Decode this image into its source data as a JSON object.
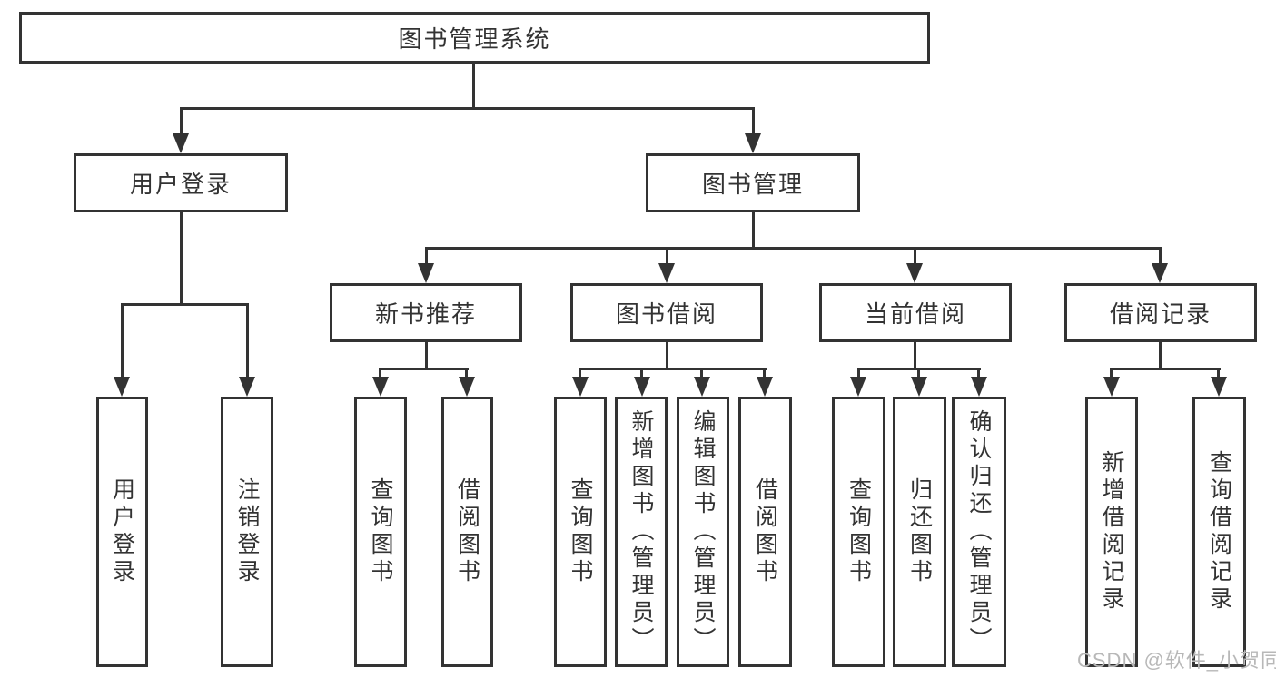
{
  "tree": {
    "label": "图书管理系统",
    "children": [
      {
        "label": "用户登录",
        "children": [
          {
            "label": "用户登录"
          },
          {
            "label": "注销登录"
          }
        ]
      },
      {
        "label": "图书管理",
        "children": [
          {
            "label": "新书推荐",
            "children": [
              {
                "label": "查询图书"
              },
              {
                "label": "借阅图书"
              }
            ]
          },
          {
            "label": "图书借阅",
            "children": [
              {
                "label": "查询图书"
              },
              {
                "label": "新增图书（管理员）"
              },
              {
                "label": "编辑图书（管理员）"
              },
              {
                "label": "借阅图书"
              }
            ]
          },
          {
            "label": "当前借阅",
            "children": [
              {
                "label": "查询图书"
              },
              {
                "label": "归还图书"
              },
              {
                "label": "确认归还（管理员）"
              }
            ]
          },
          {
            "label": "借阅记录",
            "children": [
              {
                "label": "新增借阅记录"
              },
              {
                "label": "查询借阅记录"
              }
            ]
          }
        ]
      }
    ]
  },
  "watermark": {
    "text": "CSDN @软件_小贺同学"
  },
  "colors": {
    "line": "#333333",
    "text": "#333333",
    "box_background": "#ffffff",
    "page_background": "#ffffff",
    "watermark": "#b8b8b8"
  }
}
